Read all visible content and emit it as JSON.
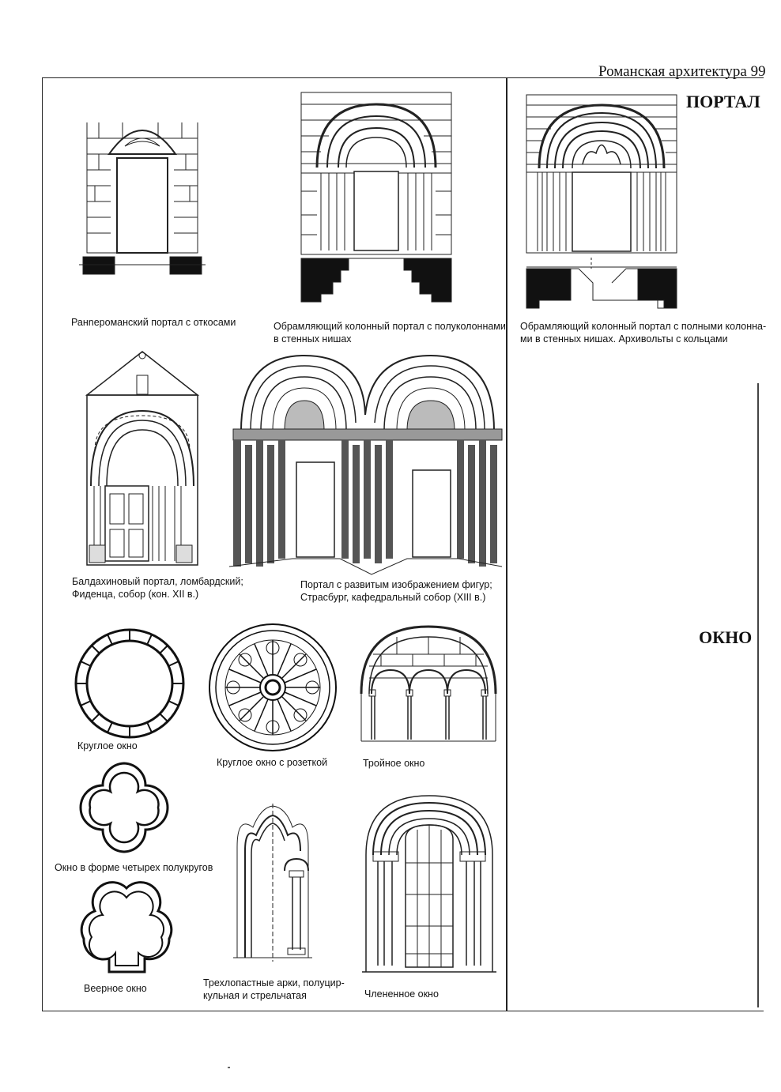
{
  "header": {
    "running_title": "Романская архитектура",
    "page_number": "99"
  },
  "sections": {
    "portal": "ПОРТАЛ",
    "window": "ОКНО"
  },
  "captions": {
    "early_romanesque_portal": "Ранneроманский портал с откосами",
    "framing_portal_half_columns_1": "Обрамляющий колонный портал с полуколоннами",
    "framing_portal_half_columns_2": "в стенных нишах",
    "framing_portal_full_columns_1": "Обрамляющий колонный портал с полными колонна-",
    "framing_portal_full_columns_2": "ми в стенных нишах. Архивольты с кольцами",
    "baldachin_portal_1": "Балдахиновый портал, ломбардский;",
    "baldachin_portal_2": "Фиденца, собор (кон. XII в.)",
    "figures_portal_1": "Портал с развитым изображением фигур;",
    "figures_portal_2": "Страсбург, кафедральный собор (XIII в.)",
    "round_window": "Круглое окно",
    "rose_window": "Круглое окно с розеткой",
    "triple_window": "Тройное окно",
    "quatrefoil_window": "Окно в форме четырех полукругов",
    "fan_window": "Веерное окно",
    "trefoil_arches_1": "Трехлопастные арки, полуцир-",
    "trefoil_arches_2": "кульная и стрельчатая",
    "divided_window": "Члененное окно"
  }
}
